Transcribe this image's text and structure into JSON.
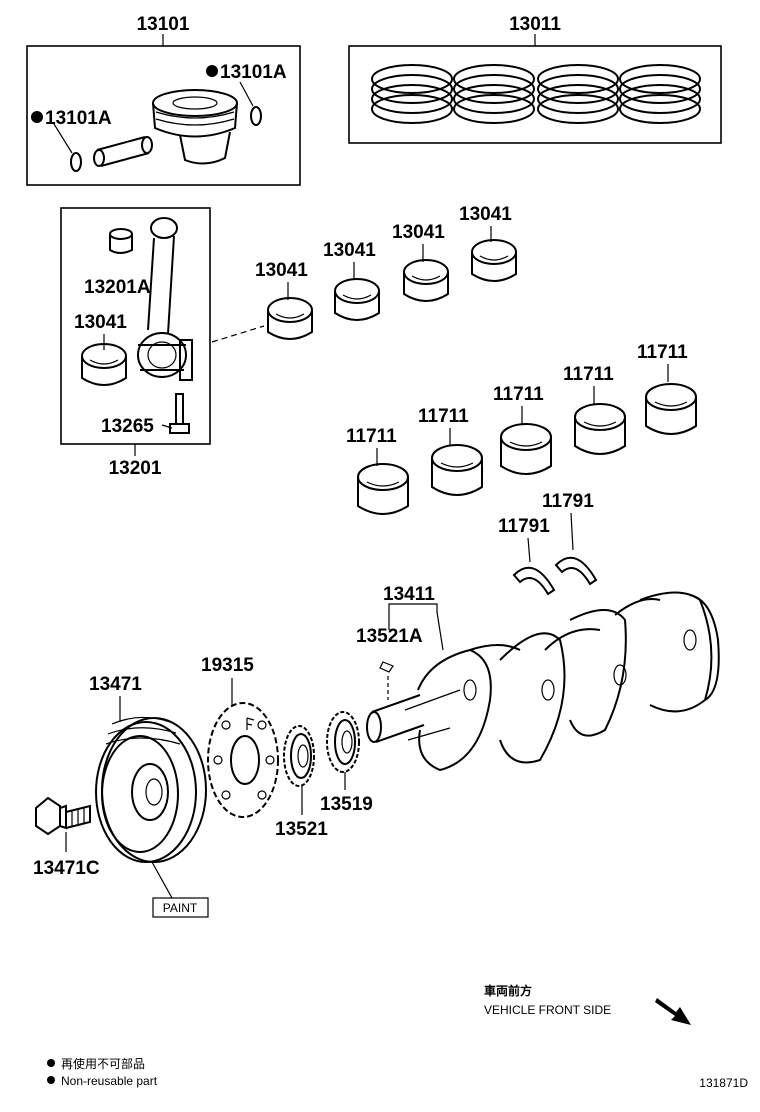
{
  "labels": {
    "piston_set": "13101",
    "ring_set": "13011",
    "snap_ring_left": "13101A",
    "snap_ring_right": "13101A",
    "conrod_bushing": "13201A",
    "conrod_bearing_inbox": "13041",
    "conrod_bolt": "13265",
    "conrod_assy": "13201",
    "conrod_bearing_1": "13041",
    "conrod_bearing_2": "13041",
    "conrod_bearing_3": "13041",
    "conrod_bearing_4": "13041",
    "main_bearing_1": "11711",
    "main_bearing_2": "11711",
    "main_bearing_3": "11711",
    "main_bearing_4": "11711",
    "main_bearing_5": "11711",
    "thrust_washer_1": "11791",
    "thrust_washer_2": "11791",
    "crankshaft": "13411",
    "crank_key": "13521A",
    "crank_pulley": "13471",
    "pulley_bolt": "13471C",
    "signal_plate": "19315",
    "crank_sprocket": "13521",
    "oil_pump_sprocket": "13519",
    "paint": "PAINT"
  },
  "direction": {
    "japanese": "車両前方",
    "english": "VEHICLE FRONT SIDE"
  },
  "legend": {
    "japanese": "再使用不可部品",
    "english": "Non-reusable part"
  },
  "figure_id": "131871D"
}
